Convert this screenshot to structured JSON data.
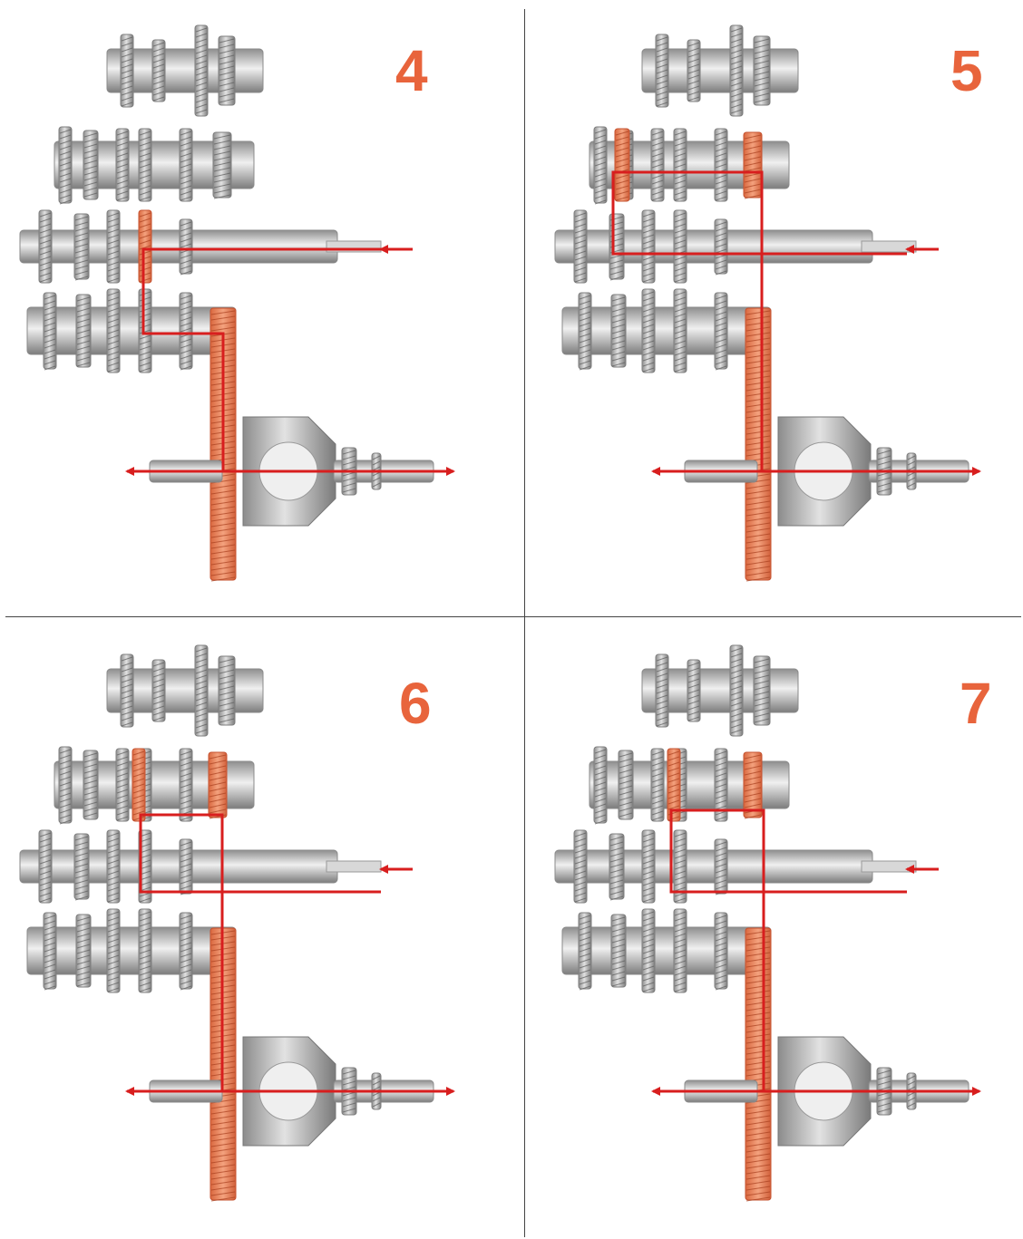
{
  "figure": {
    "accent_color": "#e8643c",
    "path_color": "#d81e1e",
    "panels": [
      {
        "gear": "4"
      },
      {
        "gear": "5"
      },
      {
        "gear": "6"
      },
      {
        "gear": "7"
      }
    ]
  }
}
